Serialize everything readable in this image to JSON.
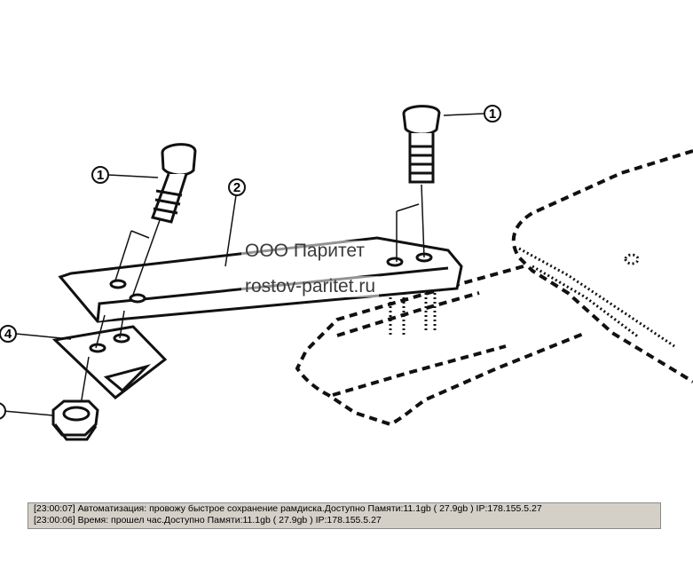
{
  "callouts": [
    {
      "number": "1"
    },
    {
      "number": "1"
    },
    {
      "number": "2"
    },
    {
      "number": "4"
    }
  ],
  "watermark": {
    "company": "ООО Паритет",
    "site": "rostov-paritet.ru"
  },
  "log": [
    {
      "time": "[23:00:07]",
      "message": "Автоматизация: провожу быстрое сохранение рамдиска.Доступно Памяти:11.1gb  ( 27.9gb ) IP:178.155.5.27"
    },
    {
      "time": "[23:00:06]",
      "message": "Время: прошел час.Доступно Памяти:11.1gb  ( 27.9gb ) IP:178.155.5.27"
    }
  ]
}
